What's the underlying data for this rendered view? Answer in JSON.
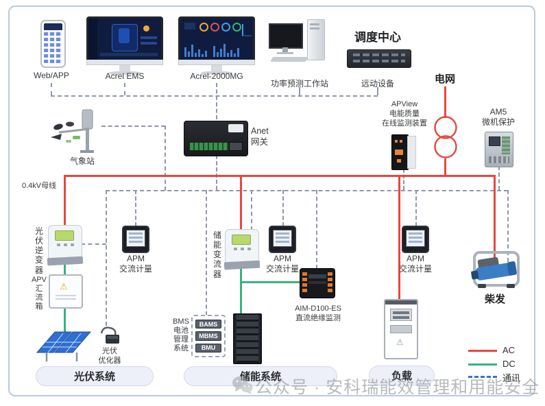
{
  "colors": {
    "ac": "#e8463f",
    "dc": "#36b37e",
    "comm": "#3f6fd1"
  },
  "top": {
    "web_app": "Web/APP",
    "ems": "Acrel EMS",
    "mg": "Acrel-2000MG",
    "forecast": "功率预测工作站",
    "dispatch": "调度中心",
    "remote": "远动设备",
    "grid": "电网"
  },
  "middle": {
    "weather": "气象站",
    "gateway": [
      "Anet",
      "网关"
    ],
    "apview": [
      "APView",
      "电能质量",
      "在线监测装置"
    ],
    "am5": [
      "AM5",
      "微机保护"
    ],
    "bus": "0.4kV母线"
  },
  "pv": {
    "inverter": [
      "光",
      "伏",
      "逆",
      "变",
      "器"
    ],
    "combiner": [
      "APV",
      "汇",
      "流",
      "箱"
    ],
    "optimizer": [
      "光伏",
      "优化器"
    ],
    "meter": [
      "APM",
      "交流计量"
    ],
    "system": "光伏系统"
  },
  "ess": {
    "pcs": [
      "储",
      "能",
      "变",
      "流",
      "器"
    ],
    "meter": [
      "APM",
      "交流计量"
    ],
    "aim": [
      "AIM-D100-ES",
      "直流绝缘监测"
    ],
    "bms": [
      "BMS",
      "电池",
      "管理",
      "系统"
    ],
    "bms_units": [
      "BAMS",
      "MBMS",
      "BMU"
    ],
    "system": "储能系统"
  },
  "load": {
    "meter": [
      "APM",
      "交流计量"
    ],
    "system": "负载"
  },
  "diesel": {
    "label": "柴发"
  },
  "legend": {
    "ac": "AC",
    "dc": "DC",
    "comm": "通讯"
  },
  "watermark": "公众号 · 安科瑞能效管理和用能安全"
}
